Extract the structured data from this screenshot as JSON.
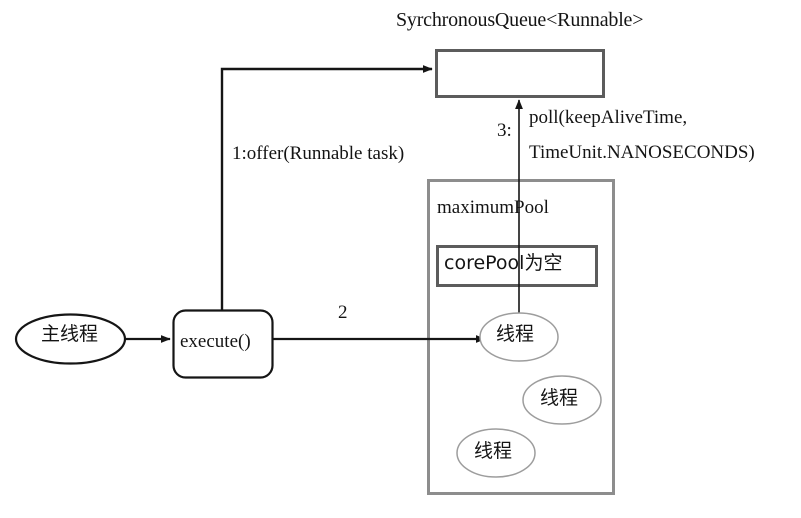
{
  "diagram": {
    "title_text": "SyrchronousQueue<Runnable>",
    "nodes": {
      "queue_box": {
        "label": "",
        "title": "SyrchronousQueue<Runnable>"
      },
      "main_thread": {
        "label": "主线程"
      },
      "execute_box": {
        "label": "execute()"
      },
      "maximum_pool": {
        "label": "maximumPool"
      },
      "core_pool": {
        "label": "corePool为空"
      },
      "threads": [
        {
          "label": "线程"
        },
        {
          "label": "线程"
        },
        {
          "label": "线程"
        }
      ]
    },
    "edges": {
      "offer": {
        "label": "1:offer(Runnable task)"
      },
      "step2": {
        "label": "2"
      },
      "poll": {
        "step": "3:",
        "line1": "poll(keepAliveTime,",
        "line2": "TimeUnit.NANOSECONDS)"
      }
    },
    "colors": {
      "background": "#ffffff",
      "stroke_dark": "#151515",
      "stroke_gray": "#7a7a7a",
      "stroke_light": "#9a9a9a",
      "text": "#141414"
    }
  }
}
